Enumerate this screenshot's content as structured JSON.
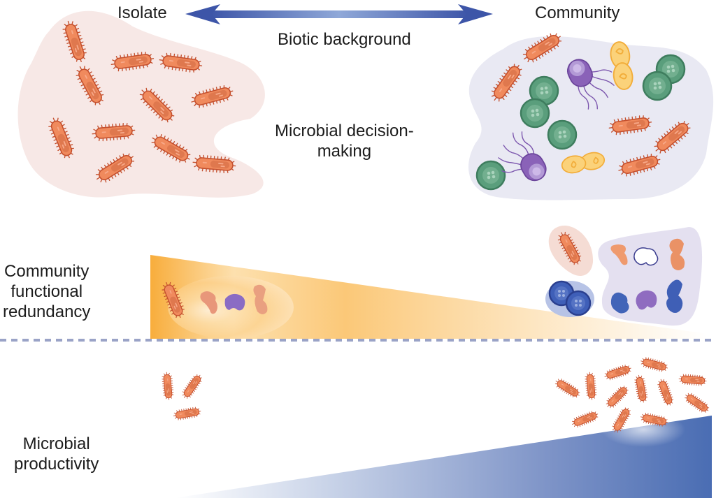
{
  "figure": {
    "labels": {
      "isolate": "Isolate",
      "community": "Community",
      "axis": "Biotic background",
      "decision": [
        "Microbial decision-",
        "making"
      ],
      "redundancy": [
        "Community",
        "functional",
        "redundancy"
      ],
      "productivity": [
        "Microbial",
        "productivity"
      ]
    },
    "colors": {
      "rod_body": "#f08a5d",
      "rod_outline": "#c4502e",
      "rod_inner": "#d9714a",
      "isolate_blob": "#f7e8e6",
      "community_blob": "#e9e9f3",
      "coccus_green": "#5a9e7c",
      "flagellate_purple": "#8a62b8",
      "diplococcus_yellow": "#fbd27a",
      "arrow_blue": "#3f5db0",
      "orange_gradient": "#f9b649",
      "blue_gradient": "#4a6db3",
      "divider": "#9aa3c7"
    },
    "panels": [
      {
        "name": "biotic-background",
        "left": "Isolate",
        "right": "Community"
      },
      {
        "name": "functional-redundancy",
        "trend": "decreasing from isolate to community"
      },
      {
        "name": "microbial-productivity",
        "trend": "increasing from isolate to community"
      }
    ],
    "icons": {
      "isolate_cells": "rod-bacterium",
      "community_cells": [
        "rod-bacterium",
        "green-coccus",
        "purple-flagellate",
        "yellow-diplococcus"
      ],
      "enzymes": [
        "orange-protein",
        "purple-protein",
        "blue-protein",
        "white-protein-outline"
      ]
    }
  }
}
